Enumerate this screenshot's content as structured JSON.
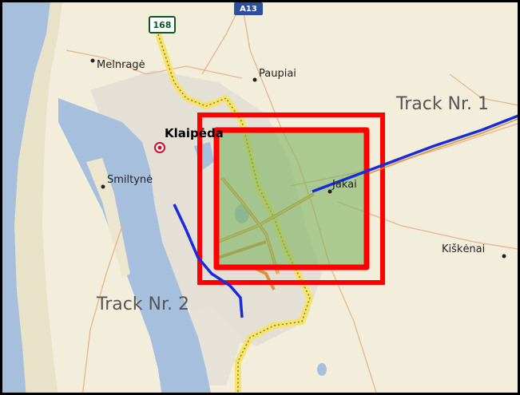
{
  "map": {
    "road_shield_168": "168",
    "highway_shield": "A13",
    "places": {
      "melnrage": "Melnragė",
      "paupiai": "Paupiai",
      "klaipeda": "Klaipėda",
      "smiltyne": "Smiltynė",
      "jakai": "Jakai",
      "kiskenai": "Kiškėnai"
    },
    "tracks": {
      "track1": "Track Nr. 1",
      "track2": "Track Nr. 2"
    },
    "colors": {
      "land": "#f3eedc",
      "water": "#a5bfdd",
      "urban": "#e4e0d6",
      "track": "#1a2bd9",
      "selection_outer": "#ff0000",
      "selection_inner": "#ff0000",
      "selection_fill": "#7ab35e",
      "main_road": "#f5e36b",
      "secondary_road": "#d9933a"
    }
  }
}
